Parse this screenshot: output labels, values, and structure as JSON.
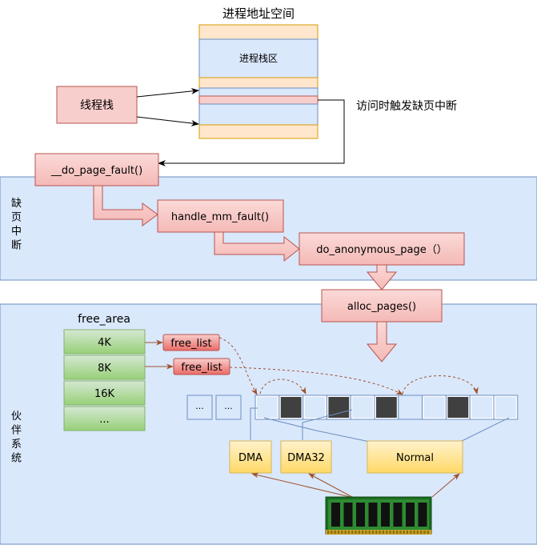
{
  "process_space": {
    "title": "进程地址空间",
    "stack_label": "进程栈区"
  },
  "thread_stack": {
    "label": "线程栈"
  },
  "access_note": "访问时触发缺页中断",
  "page_fault": {
    "region_label": "缺页中断",
    "do_page_fault": "__do_page_fault()",
    "handle_mm_fault": "handle_mm_fault()",
    "do_anonymous_page": "do_anonymous_page（）"
  },
  "alloc_pages": "alloc_pages()",
  "buddy_system": {
    "region_label": "伙伴系统",
    "free_area_title": "free_area",
    "free_area_items": [
      "4K",
      "8K",
      "16K",
      "..."
    ],
    "free_list_label": "free_list",
    "ellipsis_label": "...",
    "zones": [
      "DMA",
      "DMA32",
      "Normal"
    ]
  },
  "colors": {
    "region_fill": "#dae8fc",
    "region_stroke": "#6c8ebf",
    "red_fill": "#f8cecc",
    "red_stroke": "#b85450",
    "orange_fill": "#ffe6cc",
    "green_fill": "#d5e8d4",
    "green_stroke": "#82b366",
    "yellow_fill": "#fff2cc",
    "yellow_stroke": "#d6b656",
    "free_list_fill": "#f8cecc",
    "arrow_brown": "#a0522d",
    "page_used": "#404040"
  }
}
